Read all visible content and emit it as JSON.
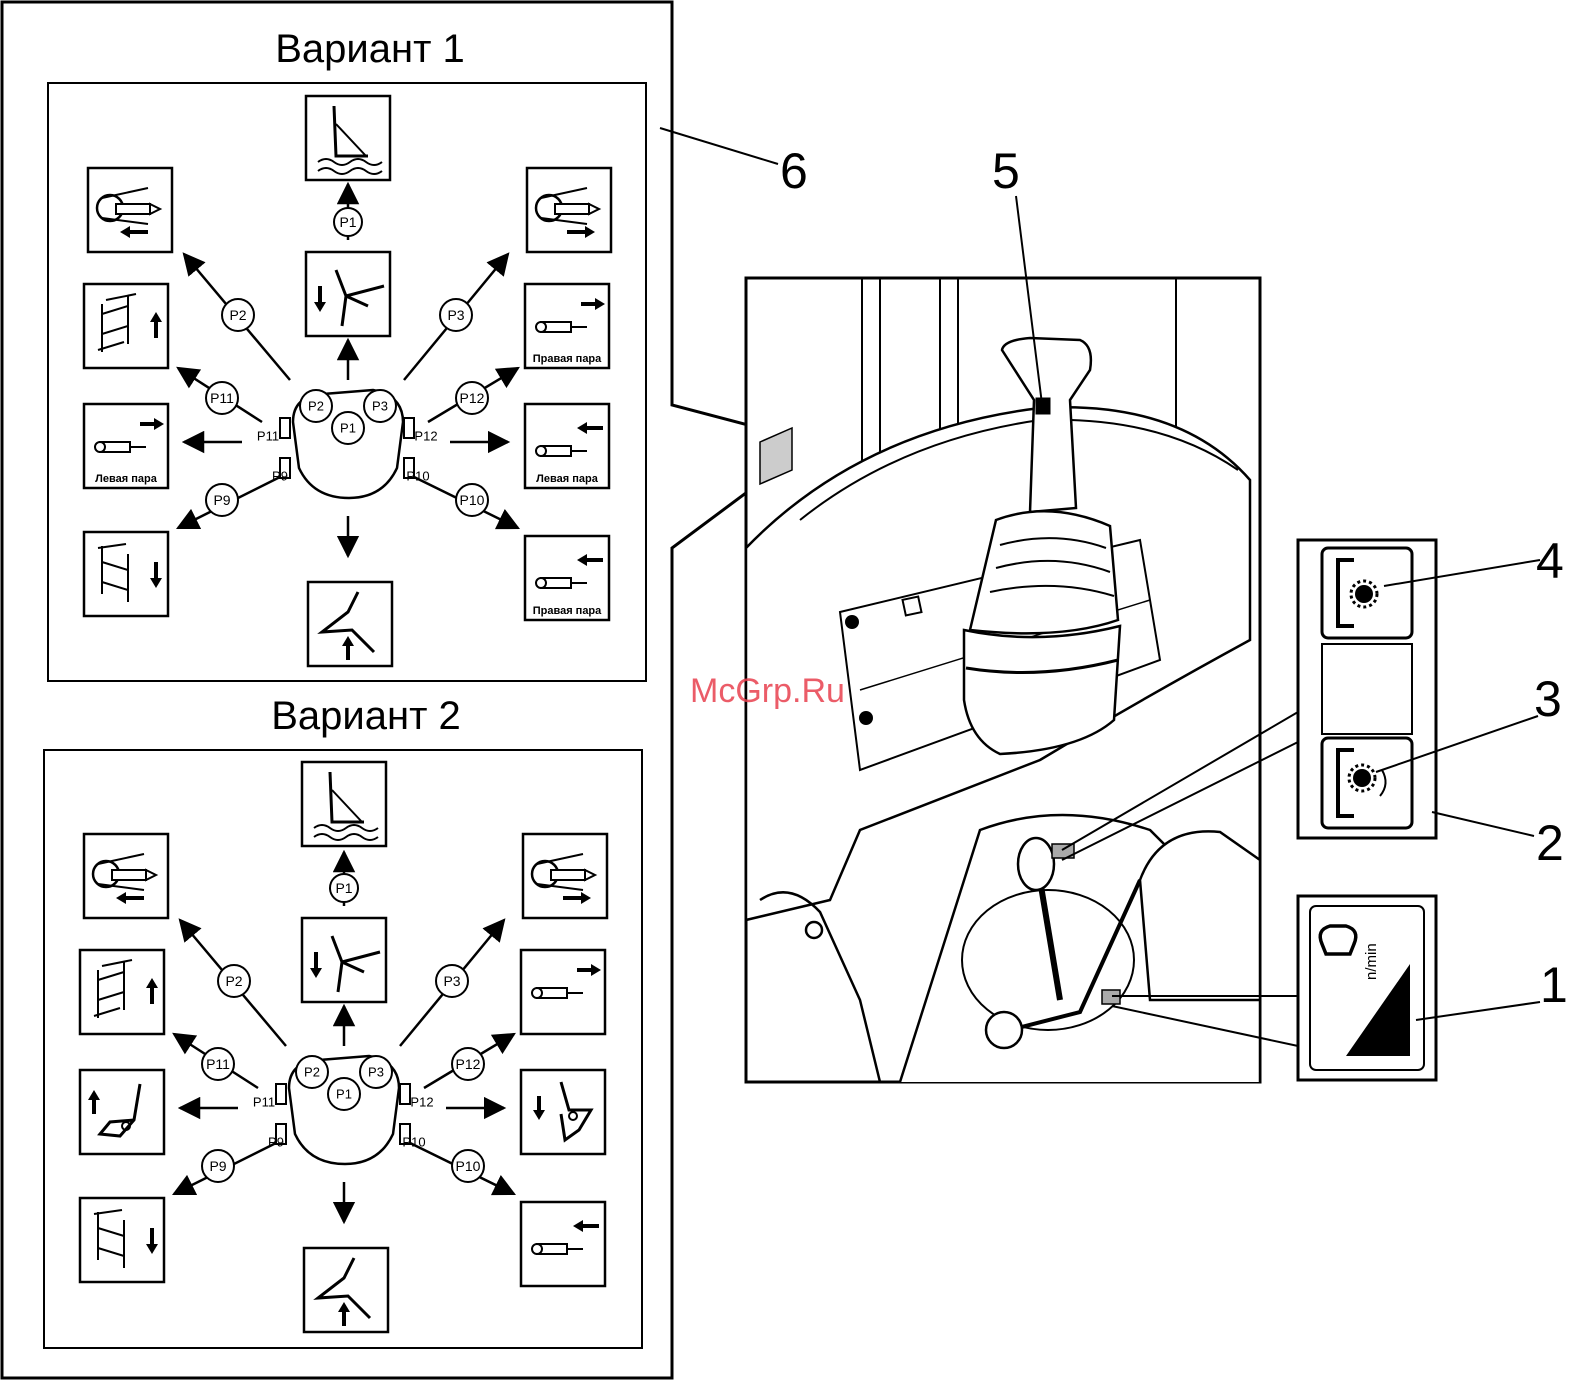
{
  "variant1": {
    "title": "Вариант 1",
    "label_right_pair": "Правая пара",
    "label_left_pair": "Левая пара"
  },
  "variant2": {
    "title": "Вариант 2"
  },
  "bubble_labels": {
    "p1": "P1",
    "p2": "P2",
    "p3": "P3",
    "p9": "P9",
    "p10": "P10",
    "p11": "P11",
    "p12": "P12"
  },
  "callouts": {
    "c1": "1",
    "c2": "2",
    "c3": "3",
    "c4": "4",
    "c5": "5",
    "c6": "6"
  },
  "speed_unit": "n/min",
  "watermark": "McGrp.Ru",
  "colors": {
    "ink": "#000000",
    "paper": "#ffffff",
    "watermark": "#e8404e"
  }
}
